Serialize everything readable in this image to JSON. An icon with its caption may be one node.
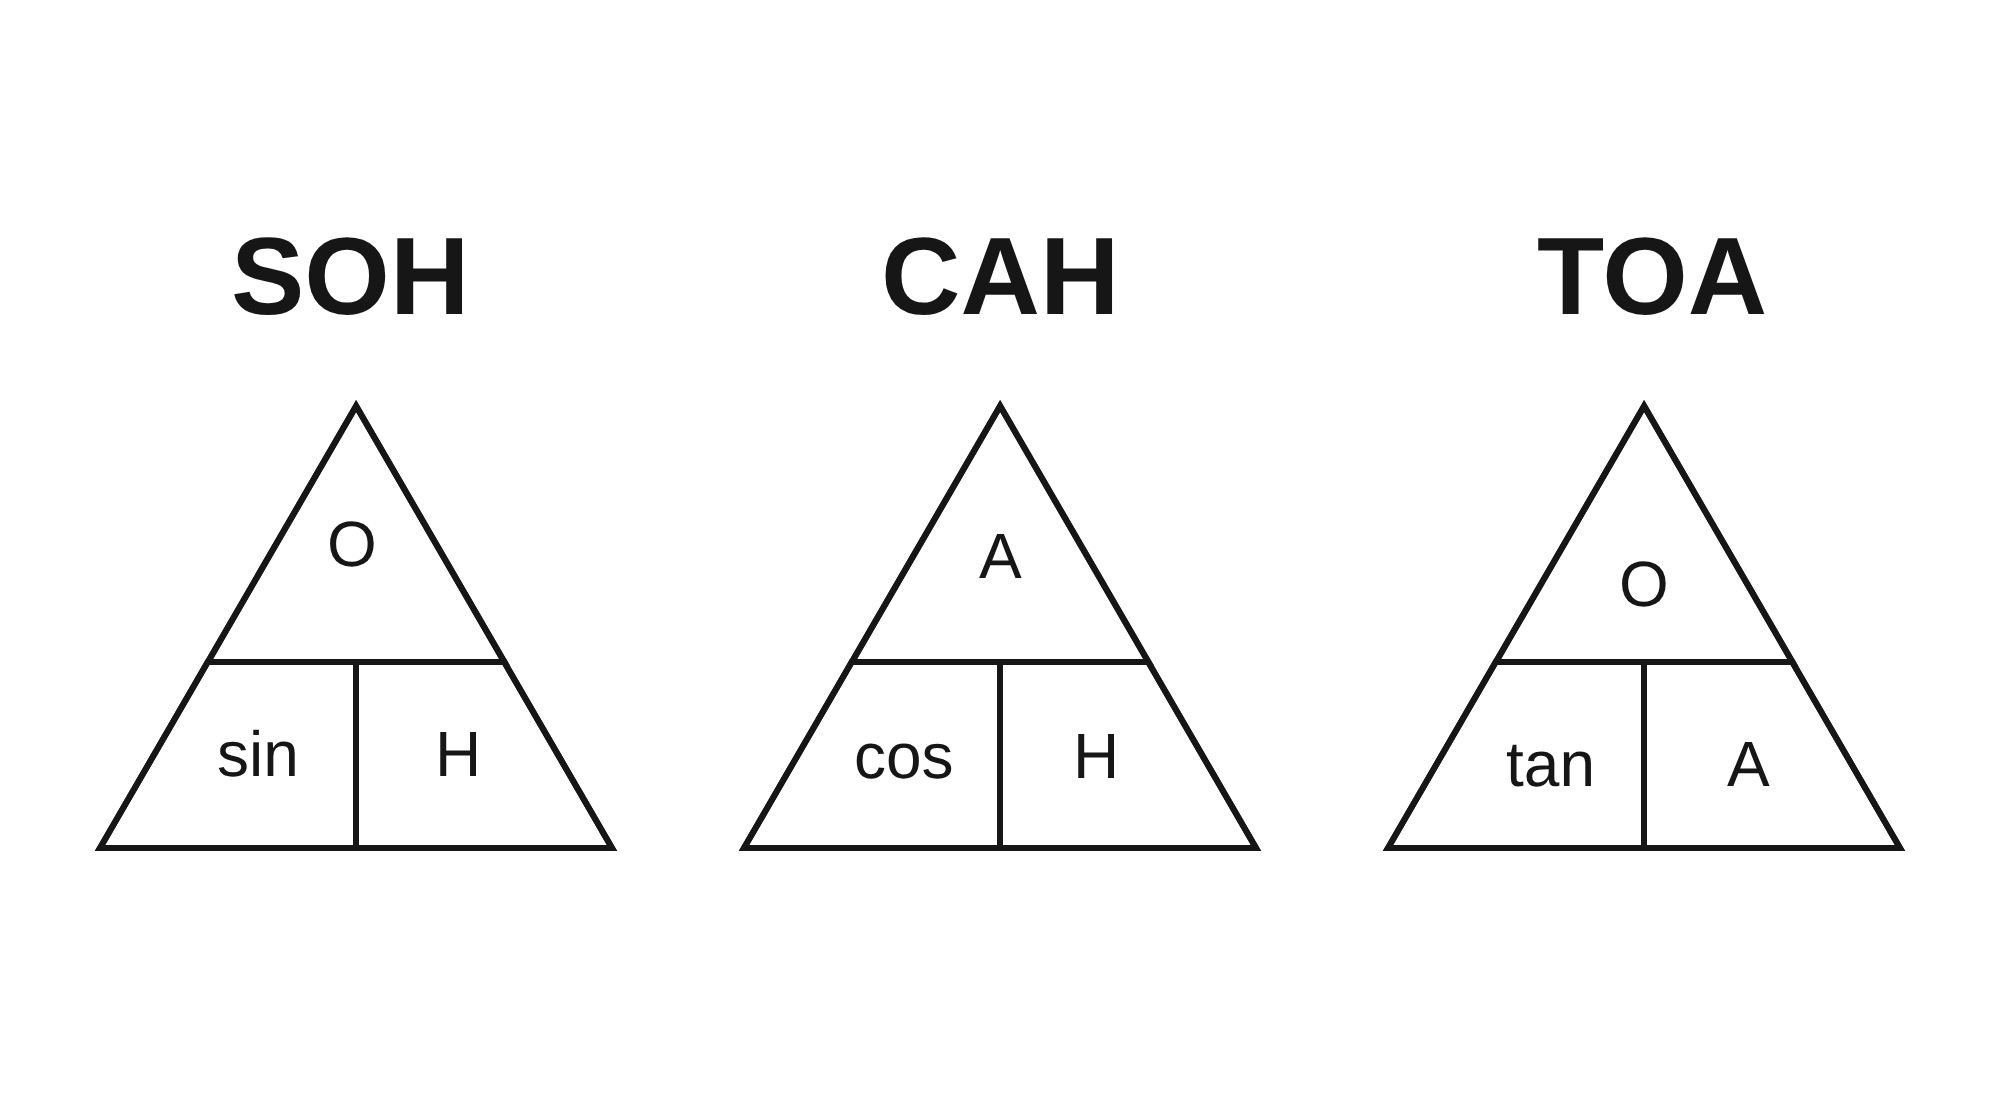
{
  "diagram": {
    "nodes": [
      {
        "text": [
          "SOH"
        ]
      },
      {
        "text": [
          "O"
        ],
        "in": 0
      },
      {
        "text": [
          "sin"
        ],
        "in": 0
      },
      {
        "text": [
          "H"
        ],
        "in": 0
      },
      {
        "text": [
          "CAH"
        ]
      },
      {
        "text": [
          "A"
        ],
        "in": 4
      },
      {
        "text": [
          "cos"
        ],
        "in": 4
      },
      {
        "text": [
          "H"
        ],
        "in": 4
      },
      {
        "text": [
          "TOA"
        ]
      },
      {
        "text": [
          "O"
        ],
        "in": 8
      },
      {
        "text": [
          "tan"
        ],
        "in": 8
      },
      {
        "text": [
          "A"
        ],
        "in": 8
      }
    ]
  }
}
